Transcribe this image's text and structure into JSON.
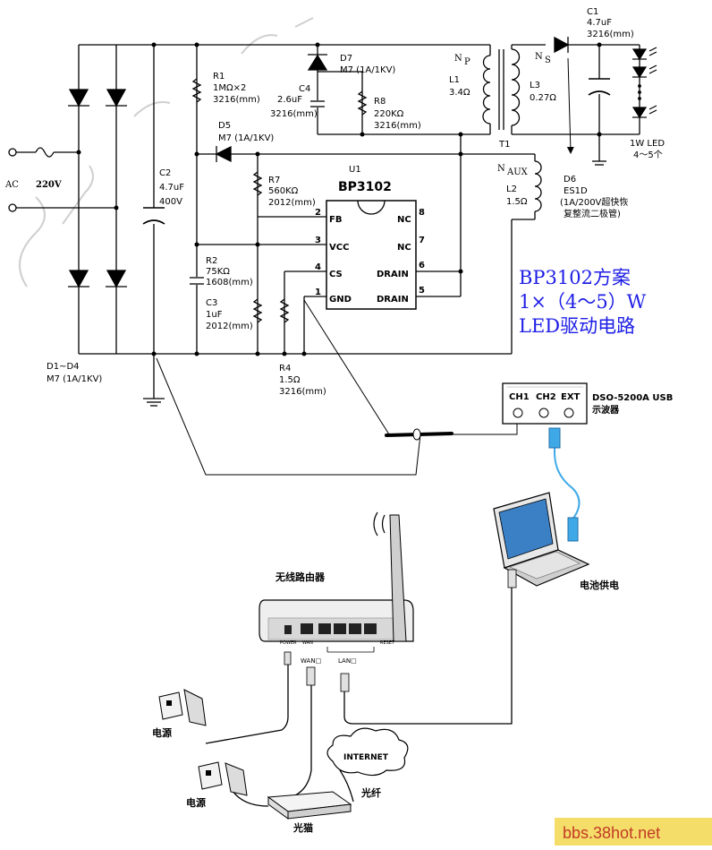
{
  "colors": {
    "wire": "#000000",
    "title": "#1e1ee6",
    "usb_cable": "#3fa9e8",
    "watermark_bg": "#f5dd6a",
    "watermark_fg": "#c23b25",
    "faint_watermark": "#c8c8c8"
  },
  "circuit": {
    "ac_label": "AC",
    "ac_voltage": "220V",
    "bridge": {
      "ref": "D1~D4",
      "value": "M7 (1A/1KV)"
    },
    "c2": {
      "ref": "C2",
      "value1": "4.7uF",
      "value2": "400V"
    },
    "r1": {
      "ref": "R1",
      "value1": "1MΩ×2",
      "value2": "3216(mm)"
    },
    "d5": {
      "ref": "D5",
      "value": "M7 (1A/1KV)"
    },
    "r7": {
      "ref": "R7",
      "value1": "560KΩ",
      "value2": "2012(mm)"
    },
    "r2": {
      "ref": "R2",
      "value1": "75KΩ",
      "value2": "1608(mm)"
    },
    "c3": {
      "ref": "C3",
      "value1": "1uF",
      "value2": "2012(mm)"
    },
    "r4": {
      "ref": "R4",
      "value1": "1.5Ω",
      "value2": "3216(mm)"
    },
    "d7": {
      "ref": "D7",
      "value": "M7 (1A/1KV)"
    },
    "c4": {
      "ref": "C4",
      "value1": "2.6uF",
      "value2": "3216(mm)"
    },
    "r8": {
      "ref": "R8",
      "value1": "220KΩ",
      "value2": "3216(mm)"
    },
    "l1": {
      "ref": "L1",
      "value": "3.4Ω"
    },
    "np": "N",
    "np_sub": "P",
    "ns": "N",
    "ns_sub": "S",
    "l3": {
      "ref": "L3",
      "value": "0.27Ω"
    },
    "t1": "T1",
    "naux": "N",
    "naux_sub": "AUX",
    "l2": {
      "ref": "L2",
      "value": "1.5Ω"
    },
    "c1": {
      "ref": "C1",
      "value1": "4.7uF",
      "value2": "3216(mm)"
    },
    "d6": {
      "ref": "D6",
      "value1": "ES1D",
      "value2": "(1A/200V超快恢",
      "value3": "复整流二极管)"
    },
    "led": {
      "value1": "1W LED",
      "value2": "4～5个"
    },
    "u1": {
      "ref": "U1",
      "part": "BP3102"
    },
    "pins": {
      "p2": {
        "num": "2",
        "name": "FB"
      },
      "p3": {
        "num": "3",
        "name": "VCC"
      },
      "p4": {
        "num": "4",
        "name": "CS"
      },
      "p1": {
        "num": "1",
        "name": "GND"
      },
      "p8": {
        "num": "8",
        "name": "NC"
      },
      "p7": {
        "num": "7",
        "name": "NC"
      },
      "p6": {
        "num": "6",
        "name": "DRAIN"
      },
      "p5": {
        "num": "5",
        "name": "DRAIN"
      }
    }
  },
  "title": {
    "line1": "BP3102方案",
    "line2": "1×（4～5）W",
    "line3": "LED驱动电路"
  },
  "oscilloscope": {
    "model": "DSO-5200A USB",
    "name": "示波器",
    "channels": [
      "CH1",
      "CH2",
      "EXT"
    ]
  },
  "network": {
    "router_label": "无线路由器",
    "port_power": "POWER",
    "port_wan": "WAN",
    "port_lan": "LAN",
    "port_reset": "RESET",
    "wan_tag": "WAN□",
    "lan_tag": "LAN□",
    "laptop_label": "电池供电",
    "power1_label": "电源",
    "power2_label": "电源",
    "internet_label": "INTERNET",
    "fiber_label": "光纤",
    "modem_label": "光猫"
  },
  "watermark": "bbs.38hot.net"
}
